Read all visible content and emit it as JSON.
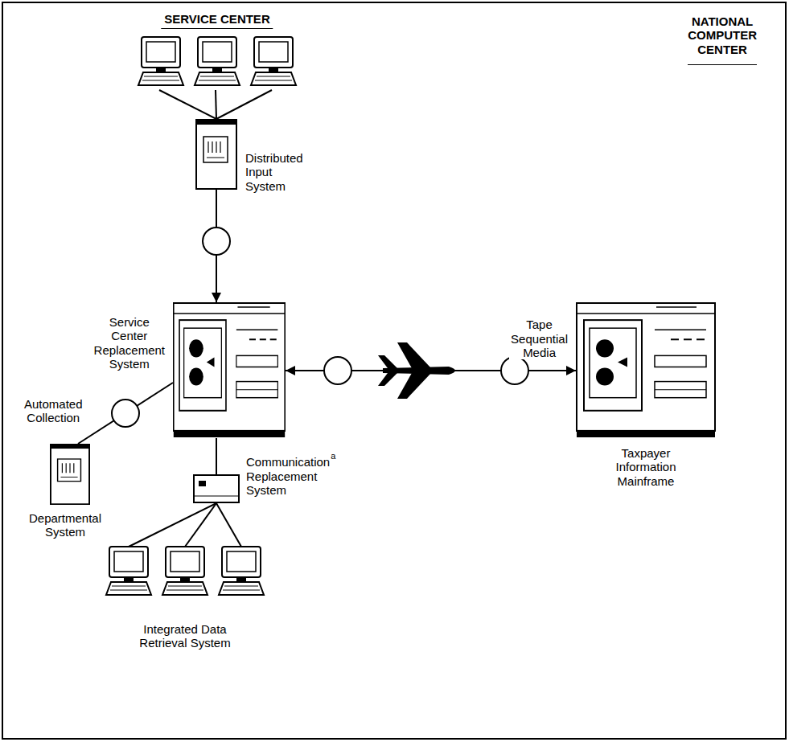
{
  "diagram": {
    "nodes": [
      {
        "text": [
          "SERVICE CENTER"
        ]
      },
      {
        "text": [
          "Distributed Input System"
        ]
      },
      {
        "text": [
          "Service Center Replacement System"
        ]
      },
      {
        "text": [
          "Taxpayer Information Mainframe"
        ]
      },
      {
        "text": [
          "Automated Collection",
          "Departmental System"
        ]
      },
      {
        "text": [
          "Communication Replacement System"
        ]
      },
      {
        "text": [
          "Integrated Data Retrieval System"
        ]
      }
    ],
    "edges": [
      {
        "from": 0,
        "to": 1,
        "arrow": "none"
      },
      {
        "from": 1,
        "to": 2,
        "arrow": "to"
      },
      {
        "from": 2,
        "to": 3,
        "arrow": "both",
        "label": "Tape Sequential Media"
      },
      {
        "from": 2,
        "to": 4,
        "arrow": "none"
      },
      {
        "from": 2,
        "to": 5,
        "arrow": "none"
      },
      {
        "from": 5,
        "to": 6,
        "arrow": "none"
      }
    ],
    "labels": [
      "NATIONAL COMPUTER CENTER",
      "a"
    ]
  }
}
